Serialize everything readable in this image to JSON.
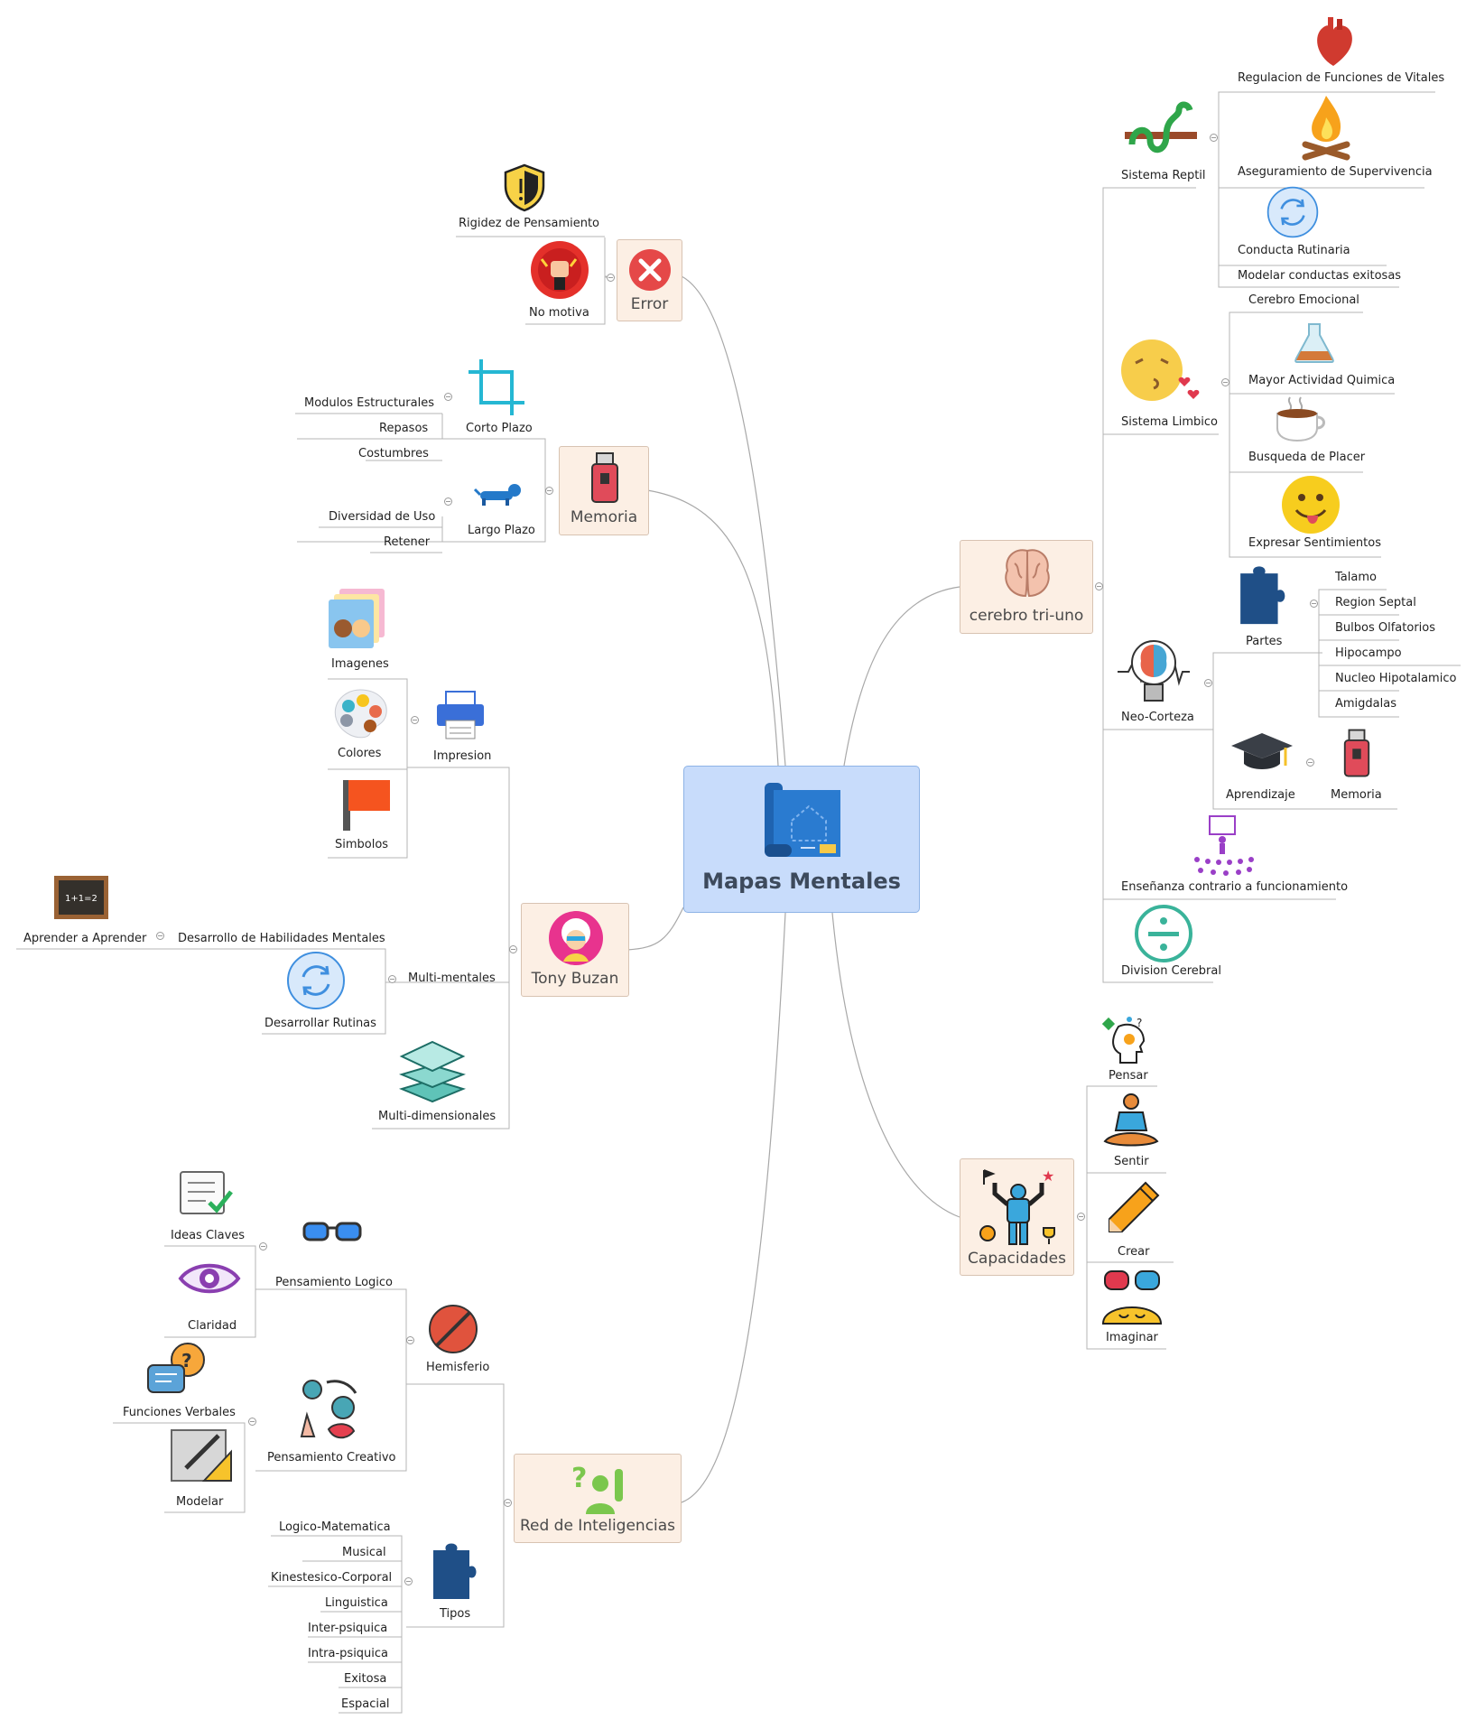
{
  "central": {
    "label": "Mapas Mentales",
    "icon": "blueprint-icon"
  },
  "branches": {
    "error": {
      "label": "Error",
      "icon": "error-x-icon",
      "children": {
        "rigidez": "Rigidez de Pensamiento",
        "no_motiva": "No motiva"
      }
    },
    "memoria": {
      "label": "Memoria",
      "icon": "usb-drive-icon",
      "corto_plazo": {
        "label": "Corto Plazo",
        "children": {
          "modulos": "Modulos Estructurales",
          "repasos": "Repasos",
          "costumbres": "Costumbres"
        }
      },
      "largo_plazo": {
        "label": "Largo Plazo",
        "children": {
          "diversidad": "Diversidad de Uso",
          "retener": "Retener"
        }
      }
    },
    "tony_buzan": {
      "label": "Tony Buzan",
      "icon": "einstein-avatar-icon",
      "impresion": {
        "label": "Impresion",
        "children": {
          "imagenes": "Imagenes",
          "colores": "Colores",
          "simbolos": "Simbolos"
        }
      },
      "multi_mentales": {
        "label": "Multi-mentales",
        "desarrollo": {
          "label": "Desarrollo de Habilidades Mentales",
          "children": {
            "aprender": "Aprender a Aprender"
          }
        },
        "rutinas": "Desarrollar Rutinas"
      },
      "multi_dimensionales": "Multi-dimensionales"
    },
    "red_inteligencias": {
      "label": "Red de Inteligencias",
      "icon": "person-question-icon",
      "hemisferio": {
        "label": "Hemisferio",
        "logico": {
          "label": "Pensamiento Logico",
          "children": {
            "ideas": "Ideas Claves",
            "claridad": "Claridad"
          }
        },
        "creativo": {
          "label": "Pensamiento Creativo",
          "children": {
            "verbales": "Funciones Verbales",
            "modelar": "Modelar"
          }
        }
      },
      "tipos": {
        "label": "Tipos",
        "items": [
          "Logico-Matematica",
          "Musical",
          "Kinestesico-Corporal",
          "Linguistica",
          "Inter-psiquica",
          "Intra-psiquica",
          "Exitosa",
          "Espacial"
        ]
      }
    },
    "cerebro": {
      "label": "cerebro tri-uno",
      "icon": "brain-icon",
      "reptil": {
        "label": "Sistema Reptil",
        "children": {
          "regulacion": "Regulacion de Funciones de Vitales",
          "aseguramiento": "Aseguramiento de Supervivencia",
          "rutinaria": "Conducta Rutinaria",
          "modelar": "Modelar conductas exitosas"
        }
      },
      "limbico": {
        "label": "Sistema Limbico",
        "children": {
          "emocional": "Cerebro Emocional",
          "quimica": "Mayor Actividad Quimica",
          "placer": "Busqueda de Placer",
          "sentimientos": "Expresar Sentimientos"
        }
      },
      "neo": {
        "label": "Neo-Corteza",
        "partes": {
          "label": "Partes",
          "items": [
            "Talamo",
            "Region Septal",
            "Bulbos Olfatorios",
            "Hipocampo",
            "Nucleo Hipotalamico",
            "Amigdalas"
          ]
        },
        "aprendizaje": {
          "label": "Aprendizaje",
          "children": {
            "memoria": "Memoria"
          }
        }
      },
      "ensenanza": "Enseñanza contrario a funcionamiento",
      "division": "Division Cerebral"
    },
    "capacidades": {
      "label": "Capacidades",
      "icon": "strong-person-icon",
      "children": {
        "pensar": "Pensar",
        "sentir": "Sentir",
        "crear": "Crear",
        "imaginar": "Imaginar"
      }
    }
  },
  "colors": {
    "central_fill": "#c8dcfb",
    "branch_fill": "#fcefe4",
    "line": "#a8a8a8"
  }
}
